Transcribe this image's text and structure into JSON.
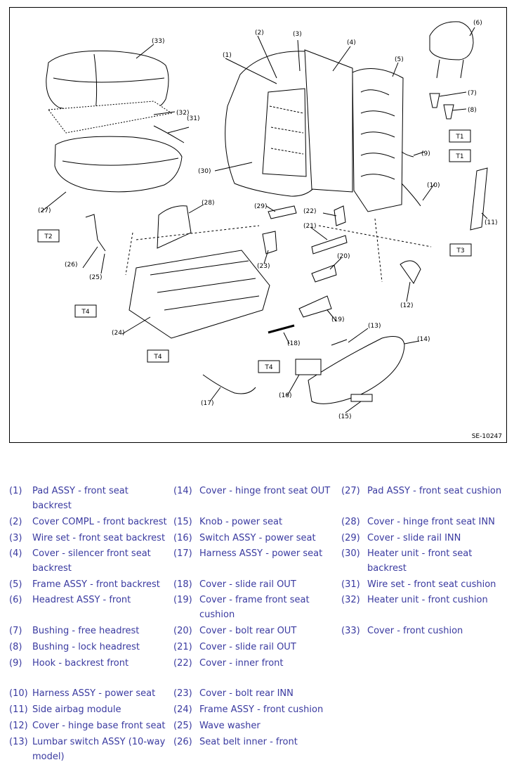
{
  "figure_code": "SE-10247",
  "callouts": [
    "(1)",
    "(2)",
    "(3)",
    "(4)",
    "(5)",
    "(6)",
    "(7)",
    "(8)",
    "(9)",
    "(10)",
    "(11)",
    "(12)",
    "(13)",
    "(14)",
    "(15)",
    "(16)",
    "(17)",
    "(18)",
    "(19)",
    "(20)",
    "(21)",
    "(22)",
    "(23)",
    "(24)",
    "(25)",
    "(26)",
    "(27)",
    "(28)",
    "(29)",
    "(30)",
    "(31)",
    "(32)",
    "(33)"
  ],
  "torque_tags": [
    "T1",
    "T1",
    "T2",
    "T3",
    "T4",
    "T4",
    "T4"
  ],
  "legend": {
    "col1": [
      {
        "num": "(1)",
        "label": [
          "Pad ASSY - front seat",
          "backrest"
        ]
      },
      {
        "num": "(2)",
        "label": [
          "Cover COMPL - front backrest"
        ]
      },
      {
        "num": "(3)",
        "label": [
          "Wire set - front seat backrest"
        ]
      },
      {
        "num": "(4)",
        "label": [
          "Cover - silencer front seat",
          "backrest"
        ]
      },
      {
        "num": "(5)",
        "label": [
          "Frame ASSY - front backrest"
        ]
      },
      {
        "num": "(6)",
        "label": [
          "Headrest ASSY - front"
        ]
      },
      {
        "num": "(7)",
        "label": [
          "Bushing - free headrest"
        ]
      },
      {
        "num": "(8)",
        "label": [
          "Bushing - lock headrest"
        ]
      },
      {
        "num": "(9)",
        "label": [
          "Hook - backrest front"
        ]
      },
      {
        "num": "(10)",
        "label": [
          "Harness ASSY - power seat"
        ]
      },
      {
        "num": "(11)",
        "label": [
          "Side airbag module"
        ]
      },
      {
        "num": "(12)",
        "label": [
          "Cover - hinge base front seat"
        ]
      },
      {
        "num": "(13)",
        "label": [
          "Lumbar switch ASSY (10-way",
          "model)"
        ]
      }
    ],
    "col2": [
      {
        "num": "(14)",
        "label": [
          "Cover - hinge front seat OUT"
        ]
      },
      {
        "num": "(15)",
        "label": [
          "Knob - power seat"
        ]
      },
      {
        "num": "(16)",
        "label": [
          "Switch ASSY - power seat"
        ]
      },
      {
        "num": "(17)",
        "label": [
          "Harness ASSY - power seat"
        ]
      },
      {
        "num": "(18)",
        "label": [
          "Cover - slide rail OUT"
        ]
      },
      {
        "num": "(19)",
        "label": [
          "Cover - frame front seat",
          "cushion"
        ]
      },
      {
        "num": "(20)",
        "label": [
          "Cover - bolt rear OUT"
        ]
      },
      {
        "num": "(21)",
        "label": [
          "Cover - slide rail OUT"
        ]
      },
      {
        "num": "(22)",
        "label": [
          "Cover - inner front"
        ]
      },
      {
        "num": "(23)",
        "label": [
          "Cover - bolt rear INN"
        ]
      },
      {
        "num": "(24)",
        "label": [
          "Frame ASSY - front cushion"
        ]
      },
      {
        "num": "(25)",
        "label": [
          "Wave washer"
        ]
      },
      {
        "num": "(26)",
        "label": [
          "Seat belt inner - front"
        ]
      }
    ],
    "col3": [
      {
        "num": "(27)",
        "label": [
          "Pad ASSY - front seat cushion"
        ]
      },
      {
        "num": "(28)",
        "label": [
          "Cover - hinge front seat INN"
        ]
      },
      {
        "num": "(29)",
        "label": [
          "Cover - slide rail INN"
        ]
      },
      {
        "num": "(30)",
        "label": [
          "Heater unit - front seat",
          "backrest"
        ]
      },
      {
        "num": "(31)",
        "label": [
          "Wire set - front seat cushion"
        ]
      },
      {
        "num": "(32)",
        "label": [
          "Heater unit - front cushion"
        ]
      },
      {
        "num": "(33)",
        "label": [
          "Cover - front cushion"
        ]
      }
    ]
  }
}
